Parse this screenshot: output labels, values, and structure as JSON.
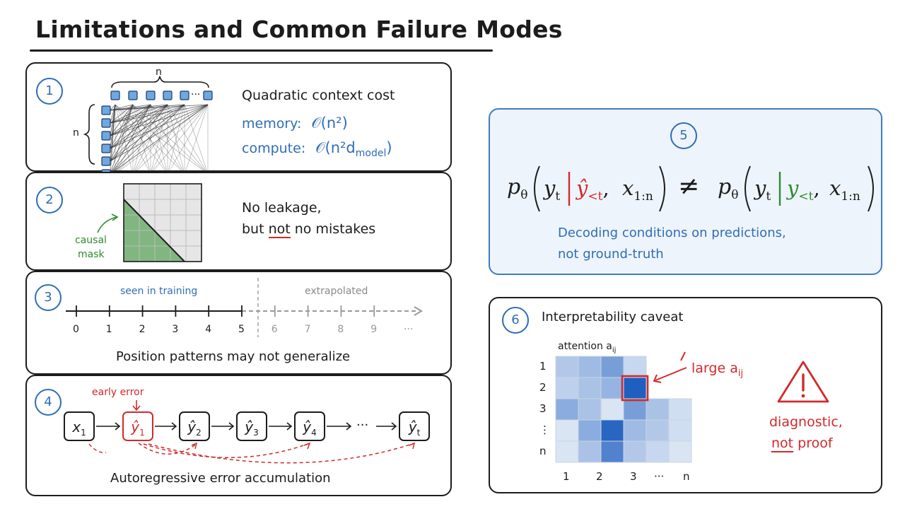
{
  "title": "Limitations and Common Failure Modes",
  "panel1": {
    "number": "1",
    "n_top": "n",
    "n_left": "n",
    "dots": "···",
    "heading": "Quadratic context cost",
    "memory_label": "memory:",
    "memory_formula": "𝒪(n²)",
    "compute_label": "compute:",
    "compute_formula_main": "𝒪(n²d",
    "compute_formula_sub": "model",
    "compute_formula_close": ")"
  },
  "panel2": {
    "number": "2",
    "mask_label_line1": "causal",
    "mask_label_line2": "mask",
    "line1": "No leakage,",
    "line2_pre": "but ",
    "line2_not": "not",
    "line2_post": " no mistakes",
    "matrix_size": 5
  },
  "panel3": {
    "number": "3",
    "seen_label": "seen in training",
    "extrap_label": "extrapolated",
    "ticks_seen": [
      "0",
      "1",
      "2",
      "3",
      "4",
      "5"
    ],
    "ticks_extrap": [
      "6",
      "7",
      "8",
      "9",
      "···"
    ],
    "caption": "Position patterns may not generalize"
  },
  "panel4": {
    "number": "4",
    "error_label": "early error",
    "tokens": [
      {
        "main": "x",
        "sub": "1",
        "error": false
      },
      {
        "main": "ŷ",
        "sub": "1",
        "error": true
      },
      {
        "main": "ŷ",
        "sub": "2",
        "error": false
      },
      {
        "main": "ŷ",
        "sub": "3",
        "error": false
      },
      {
        "main": "ŷ",
        "sub": "4",
        "error": false
      },
      {
        "main": "ŷ",
        "sub": "t",
        "error": false
      }
    ],
    "ellipsis": "···",
    "caption": "Autoregressive error accumulation"
  },
  "panel5": {
    "number": "5",
    "lhs_p": "p",
    "theta": "θ",
    "y": "y",
    "t": "t",
    "yhat": "ŷ",
    "lt": "<t",
    "x": "x",
    "range": "1:n",
    "neq": "≠",
    "caption_line1": "Decoding conditions on predictions,",
    "caption_line2": "not ground-truth"
  },
  "panel6": {
    "number": "6",
    "heading": "Interpretability caveat",
    "attention_label": "attention a",
    "attention_sub": "ij",
    "row_labels": [
      "1",
      "2",
      "3",
      "⋮",
      "n"
    ],
    "col_labels": [
      "1",
      "2",
      "3",
      "···",
      "n"
    ],
    "callout": "large a",
    "callout_sub": "ij",
    "warning_line1": "diagnostic,",
    "warning_not": "not",
    "warning_post": " proof",
    "heatmap": [
      [
        0.25,
        0.35,
        0.55,
        0.15,
        0,
        0
      ],
      [
        0.2,
        0.3,
        0.4,
        1.0,
        0,
        0
      ],
      [
        0.45,
        0.3,
        0.05,
        0.55,
        0.3,
        0.1
      ],
      [
        0.05,
        0.45,
        0.95,
        0.35,
        0.25,
        0.1
      ],
      [
        0.05,
        0.3,
        0.75,
        0.25,
        0.15,
        0.05
      ]
    ]
  },
  "colors": {
    "blue": "#2f6db8",
    "red": "#d12a2a",
    "green": "#2e8b2e",
    "ink": "#1c1c1c"
  }
}
